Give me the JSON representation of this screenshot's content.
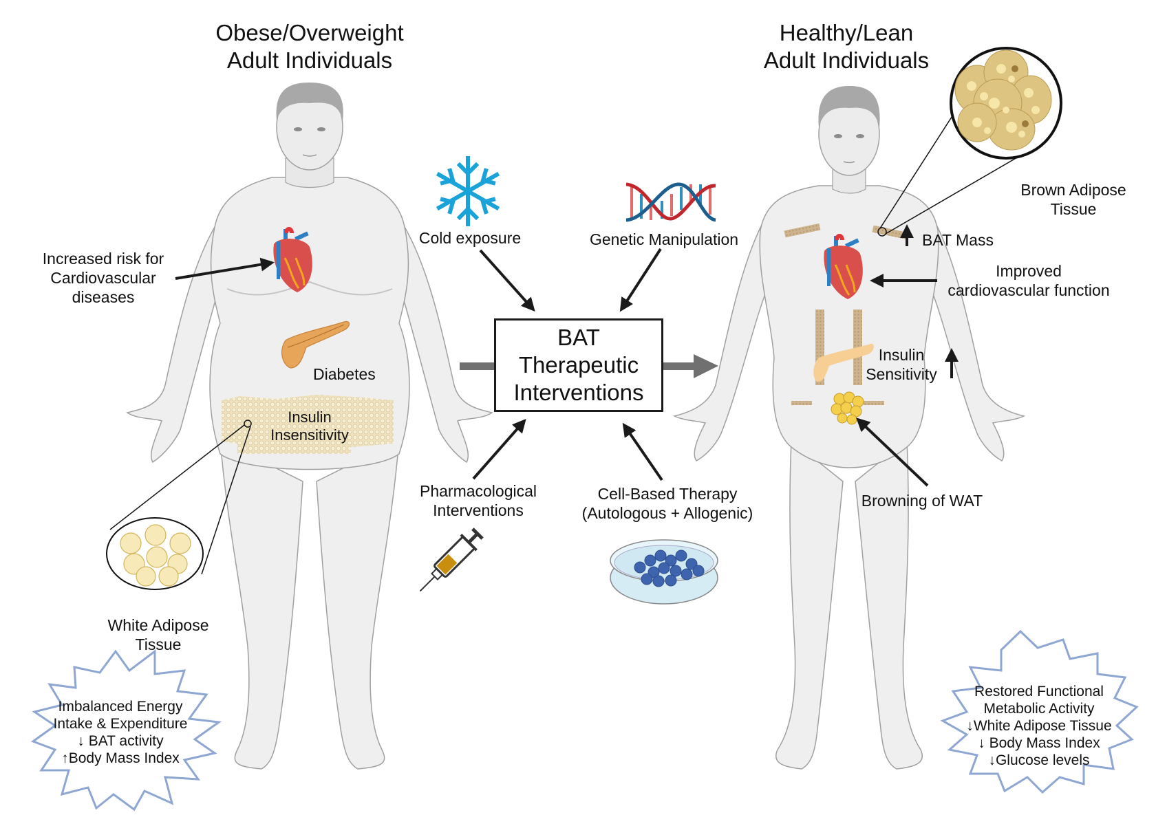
{
  "left_panel": {
    "title_line1": "Obese/Overweight",
    "title_line2": "Adult Individuals",
    "cardio_label": [
      "Increased risk for",
      "Cardiovascular",
      "diseases"
    ],
    "diabetes_label": "Diabetes",
    "insulin_label": [
      "Insulin",
      "Insensitivity"
    ],
    "wat_label": [
      "White Adipose",
      "Tissue"
    ],
    "summary_burst": [
      "Imbalanced Energy",
      "Intake & Expenditure",
      "↓ BAT activity",
      "↑Body Mass Index"
    ]
  },
  "right_panel": {
    "title_line1": "Healthy/Lean",
    "title_line2": "Adult Individuals",
    "bat_label": [
      "Brown Adipose",
      "Tissue"
    ],
    "bat_mass_label": "BAT Mass",
    "cardio_label": [
      "Improved",
      "cardiovascular function"
    ],
    "insulin_label": [
      "Insulin",
      "Sensitivity"
    ],
    "browning_label": "Browning of WAT",
    "summary_burst": [
      "Restored Functional",
      "Metabolic Activity",
      "↓White Adipose Tissue",
      "↓ Body Mass Index",
      "↓Glucose levels"
    ]
  },
  "center": {
    "box_lines": [
      "BAT",
      "Therapeutic",
      "Interventions"
    ],
    "interventions": {
      "cold": "Cold exposure",
      "genetic": "Genetic Manipulation",
      "pharma": [
        "Pharmacological",
        "Interventions"
      ],
      "cell": [
        "Cell-Based Therapy",
        "(Autologous + Allogenic)"
      ]
    }
  },
  "icons": {
    "cold": "snowflake-icon",
    "genetic": "dna-helix-icon",
    "pharma": "syringe-icon",
    "cell": "petri-dish-icon",
    "heart": "heart-organ-icon",
    "pancreas": "pancreas-organ-icon"
  },
  "colors": {
    "body_fill": "#efefef",
    "body_stroke": "#9a9a9a",
    "hair": "#a8a8a8",
    "snowflake": "#1aa3d9",
    "burst_stroke": "#8ea6d2",
    "bat_tissue": "#c8b08a",
    "wat_band": "#ecdfb8",
    "arrow_black": "#1a1a1a",
    "arrow_gray": "#707070",
    "cell_blue": "#3e64ad",
    "syringe_fluid": "#c98e0e"
  }
}
